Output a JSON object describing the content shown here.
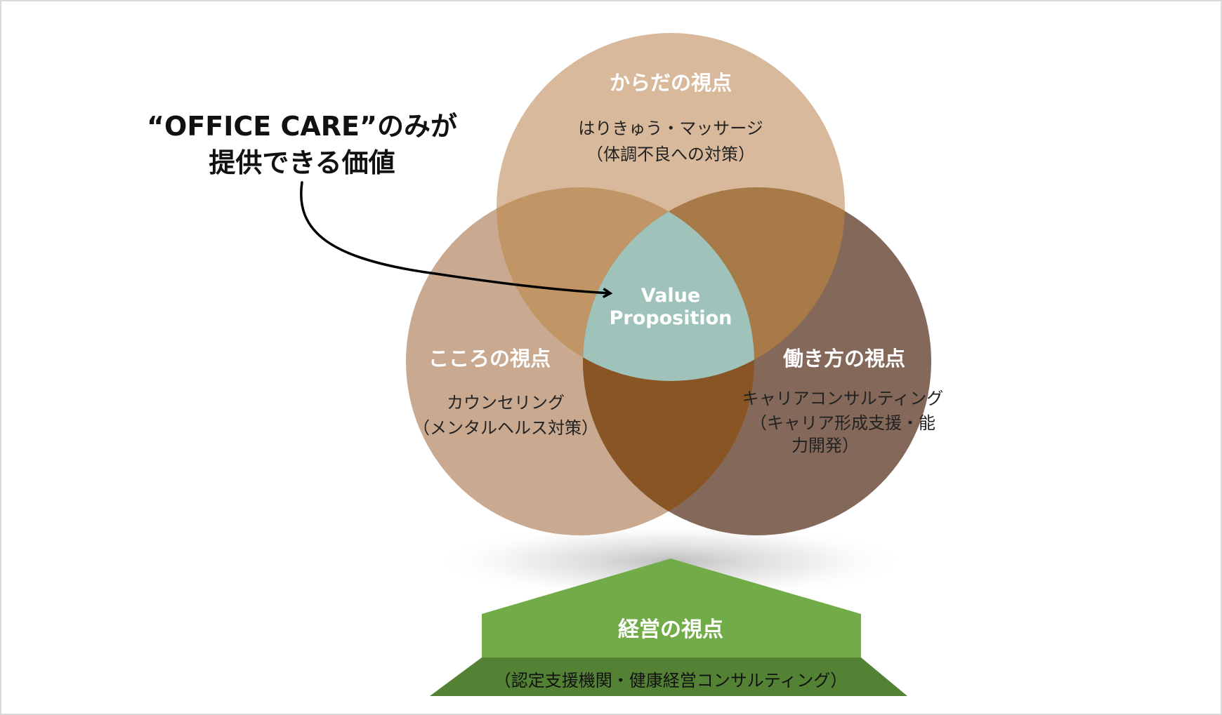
{
  "callout": {
    "line1": "“OFFICE CARE”のみが",
    "line2": "提供できる価値"
  },
  "circles": {
    "body": {
      "title": "からだの視点",
      "line1": "はりきゅう・マッサージ",
      "line2": "（体調不良への対策）"
    },
    "mind": {
      "title": "こころの視点",
      "line1": "カウンセリング",
      "line2": "（メンタルヘルス対策）"
    },
    "work": {
      "title": "働き方の視点",
      "line1": "キャリアコンサルティング",
      "line2": "（キャリア形成支援・能",
      "line3": "力開発）"
    }
  },
  "center": {
    "line1": "Value",
    "line2": "Proposition"
  },
  "base": {
    "title": "経営の視点",
    "subtitle": "（認定支援機関・健康経営コンサルティング）"
  },
  "colors": {
    "body_circle": "#d9b99b",
    "mind_circle": "#caa991",
    "work_circle": "#84695b",
    "center": "#9fc3bb",
    "roof_light": "#71ac48",
    "roof_dark": "#548235"
  }
}
